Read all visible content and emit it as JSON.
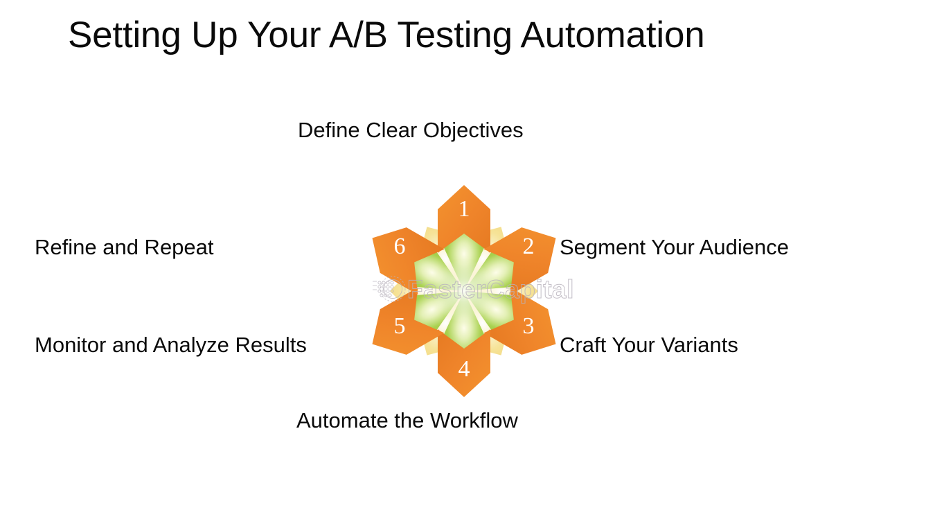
{
  "slide": {
    "title": "Setting Up Your A/B Testing Automation",
    "background_color": "#ffffff",
    "text_color": "#0a0a0a"
  },
  "diagram": {
    "type": "six-petal-flower-cycle",
    "petal_color": "#F0882A",
    "petal_color_dark": "#E07820",
    "inner_green": "#9ACB3F",
    "inner_yellow": "#F3DC8E",
    "number_color": "#FFFFFF",
    "steps": [
      {
        "number": "1",
        "label": "Define Clear Objectives",
        "position": "top"
      },
      {
        "number": "2",
        "label": "Segment Your Audience",
        "position": "upper-right"
      },
      {
        "number": "3",
        "label": "Craft Your Variants",
        "position": "lower-right"
      },
      {
        "number": "4",
        "label": "Automate the Workflow",
        "position": "bottom"
      },
      {
        "number": "5",
        "label": "Monitor and Analyze Results",
        "position": "lower-left"
      },
      {
        "number": "6",
        "label": "Refine and Repeat",
        "position": "upper-left"
      }
    ]
  },
  "watermark": {
    "text": "FasterCapital",
    "logo": "gear-dots-logo",
    "stroke_color": "#b9b3bd"
  }
}
